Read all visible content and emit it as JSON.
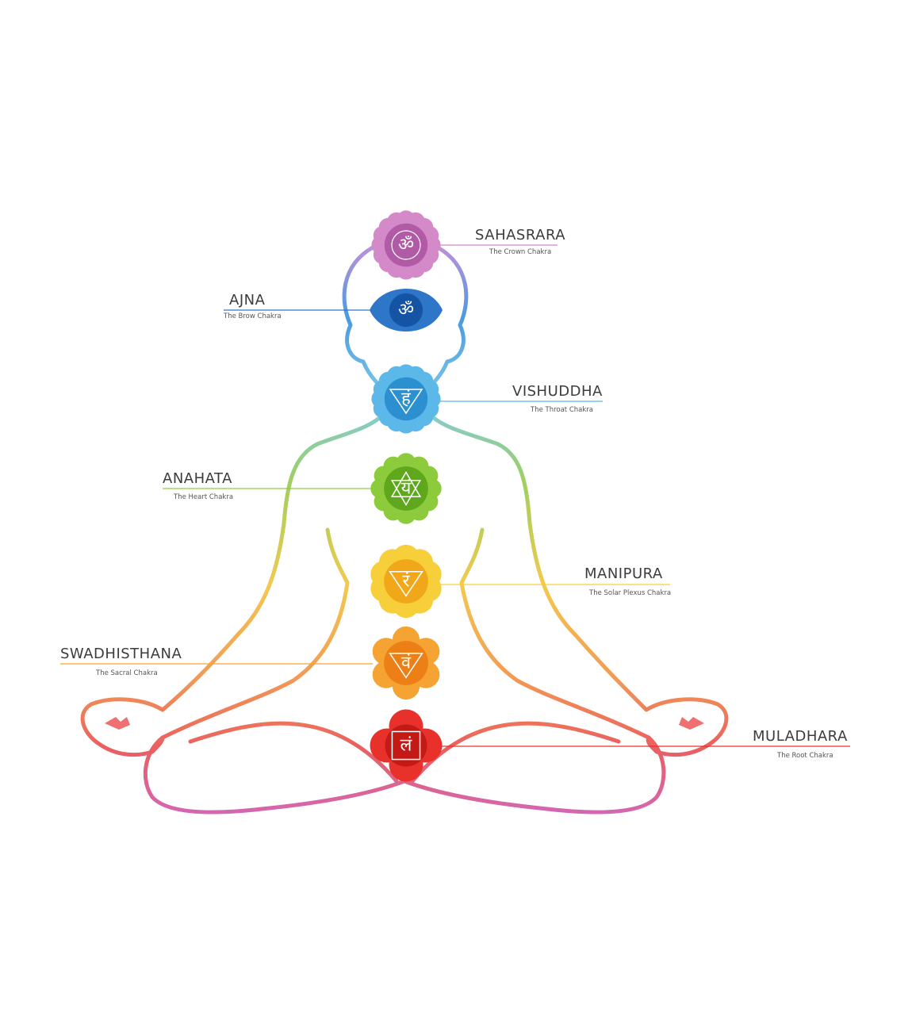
{
  "chakras": [
    {
      "key": "sahasrara",
      "name": "SAHASRARA",
      "subtitle": "The Crown Chakra",
      "color": "#d489c9",
      "dark": "#b15aa6",
      "glyph": "ॐ",
      "icon": "lotus-thousand-petal-icon"
    },
    {
      "key": "ajna",
      "name": "AJNA",
      "subtitle": "The Brow Chakra",
      "color": "#2e77c8",
      "dark": "#1553a5",
      "glyph": "ॐ",
      "icon": "lotus-two-petal-icon"
    },
    {
      "key": "vishuddha",
      "name": "VISHUDDHA",
      "subtitle": "The Throat Chakra",
      "color": "#5cb8e8",
      "dark": "#2b8fd0",
      "glyph": "हं",
      "icon": "lotus-sixteen-petal-icon"
    },
    {
      "key": "anahata",
      "name": "ANAHATA",
      "subtitle": "The Heart Chakra",
      "color": "#8ccc3c",
      "dark": "#5fa81e",
      "glyph": "यं",
      "icon": "lotus-twelve-petal-icon"
    },
    {
      "key": "manipura",
      "name": "MANIPURA",
      "subtitle": "The Solar Plexus Chakra",
      "color": "#f7cf3a",
      "dark": "#f0a81a",
      "glyph": "रं",
      "icon": "lotus-ten-petal-icon"
    },
    {
      "key": "swadhisthana",
      "name": "SWADHISTHANA",
      "subtitle": "The Sacral Chakra",
      "color": "#f5a332",
      "dark": "#ec8016",
      "glyph": "वं",
      "icon": "lotus-six-petal-icon"
    },
    {
      "key": "muladhara",
      "name": "MULADHARA",
      "subtitle": "The Root Chakra",
      "color": "#e8312a",
      "dark": "#c41a16",
      "glyph": "लं",
      "icon": "lotus-four-petal-icon"
    }
  ],
  "body_gradient": [
    "#c98fd8",
    "#4a9be0",
    "#7fcae8",
    "#9ed05e",
    "#f3c94f",
    "#f29a55",
    "#ea5f5f",
    "#d267b8"
  ]
}
